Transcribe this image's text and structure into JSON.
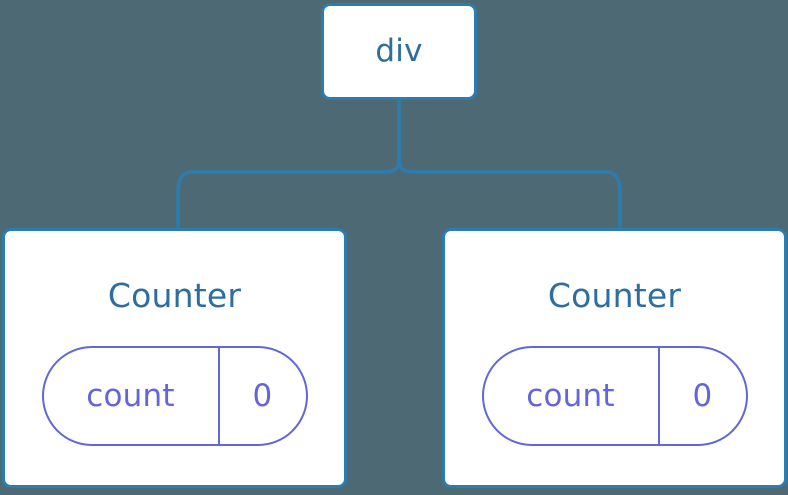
{
  "diagram": {
    "type": "component-tree",
    "background_color": "#4d6a74",
    "node_border_color": "#2b7cb0",
    "node_fill_color": "#ffffff",
    "node_label_color": "#2d6e9e",
    "state_badge_color": "#6366d8",
    "connector_color": "#2b7cb0",
    "root": {
      "label": "div"
    },
    "children": [
      {
        "label": "Counter",
        "state": {
          "key": "count",
          "value": "0"
        }
      },
      {
        "label": "Counter",
        "state": {
          "key": "count",
          "value": "0"
        }
      }
    ]
  }
}
